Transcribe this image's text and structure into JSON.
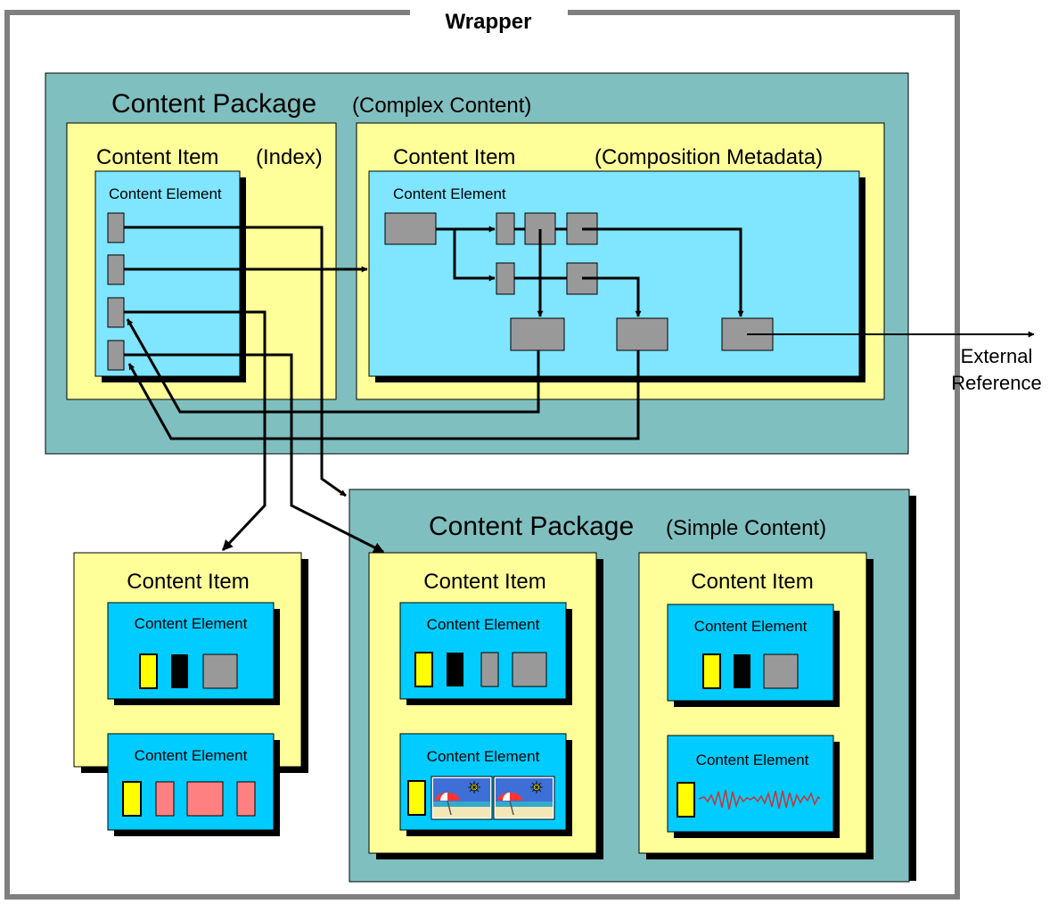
{
  "wrapper": {
    "title": "Wrapper",
    "border_color": "#7f7f7f"
  },
  "complex_package": {
    "title": "Content Package",
    "subtitle": "(Complex Content)",
    "index_item": {
      "title": "Content Item",
      "qualifier": "(Index)",
      "element_title": "Content Element"
    },
    "composition_item": {
      "title": "Content Item",
      "qualifier": "(Composition Metadata)",
      "element_title": "Content Element"
    }
  },
  "external_reference": {
    "line1": "External",
    "line2": "Reference"
  },
  "standalone_item": {
    "title": "Content Item",
    "element1_title": "Content Element",
    "element2_title": "Content Element"
  },
  "simple_package": {
    "title": "Content Package",
    "subtitle": "(Simple Content)",
    "item_a": {
      "title": "Content Item",
      "element1_title": "Content Element",
      "element2_title": "Content Element"
    },
    "item_b": {
      "title": "Content Item",
      "element1_title": "Content Element",
      "element2_title": "Content Element"
    }
  },
  "colors": {
    "package_teal": "#80bfbf",
    "item_yellow": "#ffff99",
    "element_light_blue": "#80e5ff",
    "element_cyan": "#00ccff",
    "block_gray": "#999999",
    "block_yellow": "#ffff00",
    "block_pink": "#ff8080",
    "wave_red": "#cc3333"
  }
}
